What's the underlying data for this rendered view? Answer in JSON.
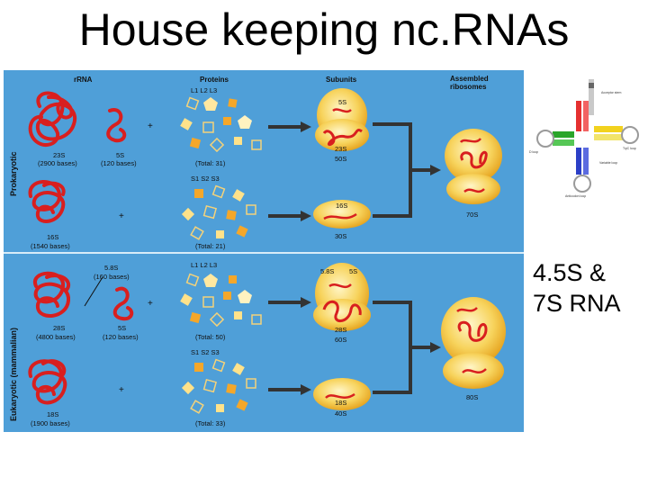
{
  "title": "House keeping nc.RNAs",
  "side_text": {
    "line1": "4.5S &",
    "line2": "7S RNA"
  },
  "diagram": {
    "headers": {
      "rrna": "rRNA",
      "proteins": "Proteins",
      "subunits": "Subunits",
      "assembled_1": "Assembled",
      "assembled_2": "ribosomes"
    },
    "side_labels": {
      "prokaryotic": "Prokaryotic",
      "eukaryotic": "Eukaryotic (mammalian)"
    },
    "pro_large": {
      "rna_big": "23S",
      "rna_big_size": "(2900 bases)",
      "rna_small": "5S",
      "rna_small_size": "(120 bases)",
      "prot_header": "L1  L2  L3",
      "total": "(Total: 31)",
      "sub_5s": "5S",
      "sub_23s": "23S",
      "sub_name": "50S"
    },
    "pro_small": {
      "rna": "16S",
      "rna_size": "(1540 bases)",
      "prot_header": "S1  S2  S3",
      "total": "(Total: 21)",
      "sub_16s": "16S",
      "sub_name": "30S"
    },
    "pro_ribosome": "70S",
    "euk_large": {
      "rna_58": "5.8S",
      "rna_58_size": "(160 bases)",
      "rna_big": "28S",
      "rna_big_size": "(4800 bases)",
      "rna_small": "5S",
      "rna_small_size": "(120 bases)",
      "prot_header": "L1  L2  L3",
      "total": "(Total: 50)",
      "sub_58": "5.8S",
      "sub_5s": "5S",
      "sub_28s": "28S",
      "sub_name": "60S"
    },
    "euk_small": {
      "rna": "18S",
      "rna_size": "(1900 bases)",
      "prot_header": "S1  S2  S3",
      "total": "(Total: 33)",
      "sub_18s": "18S",
      "sub_name": "40S"
    },
    "euk_ribosome": "80S",
    "plus": "+"
  },
  "trna_labels": {
    "acceptor": "Acceptor stem",
    "d_loop": "D loop",
    "tpsic": "TψC loop",
    "anticodon": "Anticodon loop",
    "variable": "Variable loop"
  },
  "colors": {
    "panel_blue": "#4f9fd8",
    "rna_red": "#d81f1f",
    "subunit_yellow": "#f2c53e",
    "protein_orange": "#f4a72a"
  }
}
